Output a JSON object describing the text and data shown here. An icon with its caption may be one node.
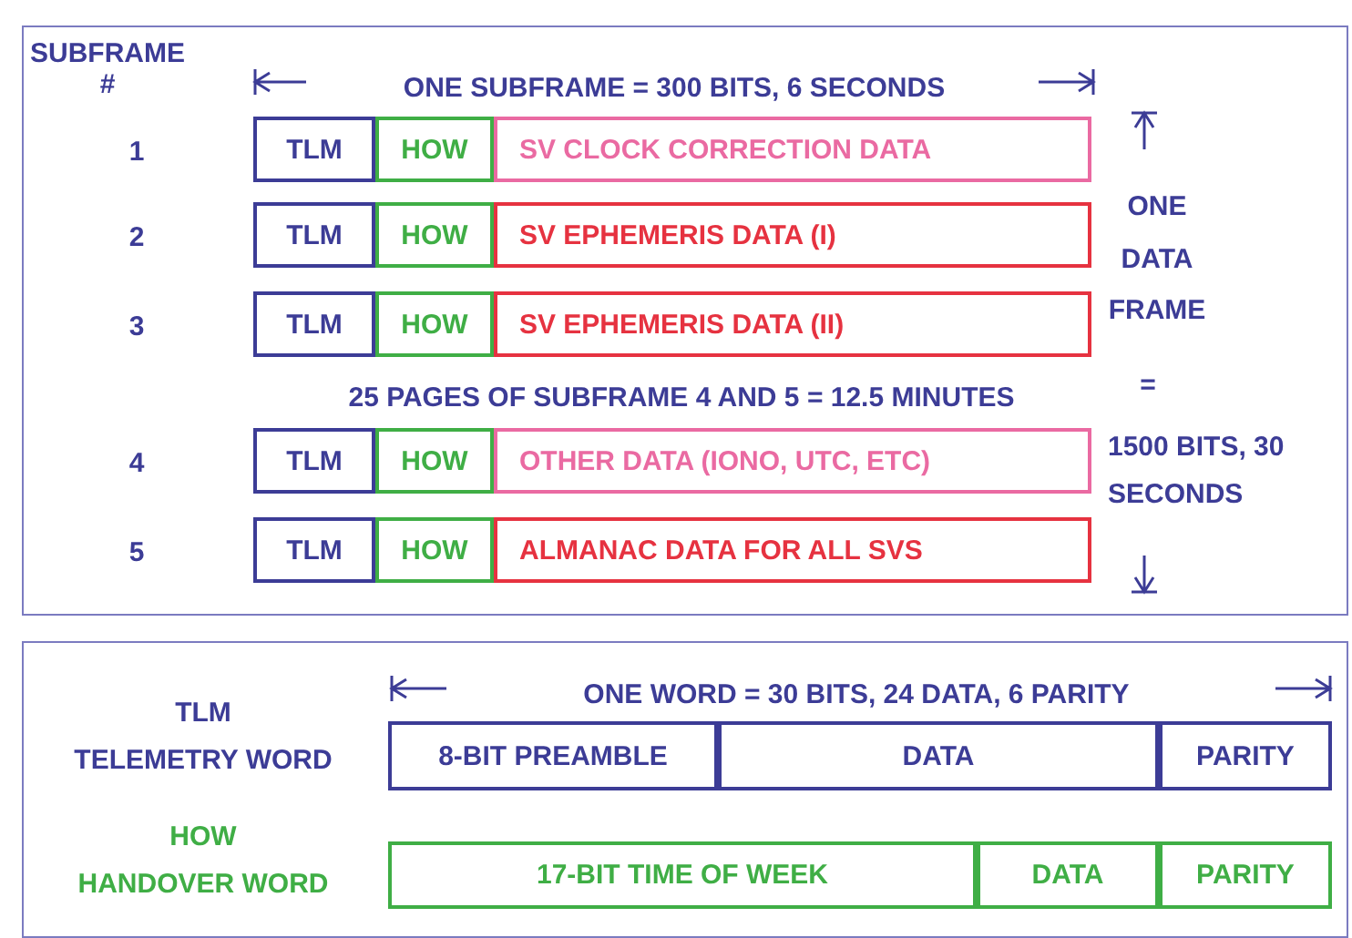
{
  "diagram": {
    "nodes": [
      {
        "text": [],
        "shape": "box"
      },
      {
        "text": [
          "TLM"
        ],
        "in": 0
      },
      {
        "text": [
          "HOW"
        ],
        "in": 0
      },
      {
        "text": [
          "SV CLOCK CORRECTION DATA"
        ],
        "in": 0
      },
      {
        "text": [
          "TLM"
        ],
        "in": 0
      },
      {
        "text": [
          "HOW"
        ],
        "in": 0
      },
      {
        "text": [
          "SV EPHEMERIS DATA (I)"
        ],
        "in": 0
      },
      {
        "text": [
          "TLM"
        ],
        "in": 0
      },
      {
        "text": [
          "HOW"
        ],
        "in": 0
      },
      {
        "text": [
          "SV EPHEMERIS DATA (II)"
        ],
        "in": 0
      },
      {
        "text": [
          "TLM"
        ],
        "in": 0
      },
      {
        "text": [
          "HOW"
        ],
        "in": 0
      },
      {
        "text": [
          "OTHER DATA (IONO, UTC, ETC)"
        ],
        "in": 0
      },
      {
        "text": [
          "TLM"
        ],
        "in": 0
      },
      {
        "text": [
          "HOW"
        ],
        "in": 0
      },
      {
        "text": [
          "ALMANAC DATA FOR ALL SVS"
        ],
        "in": 0
      },
      {
        "text": [],
        "shape": "box"
      },
      {
        "text": [
          "8-BIT PREAMBLE"
        ],
        "in": 16
      },
      {
        "text": [
          "DATA"
        ],
        "in": 16
      },
      {
        "text": [
          "PARITY"
        ],
        "in": 16
      },
      {
        "text": [
          "17-BIT TIME OF WEEK"
        ],
        "in": 16
      },
      {
        "text": [
          "DATA"
        ],
        "in": 16
      },
      {
        "text": [
          "PARITY"
        ],
        "in": 16
      }
    ],
    "edges": [],
    "labels": [
      "SUBFRAME #",
      "ONE SUBFRAME = 300 BITS, 6 SECONDS",
      "1",
      "2",
      "3",
      "ONE DATA FRAME",
      "25 PAGES OF SUBFRAME 4 AND 5 = 12.5 MINUTES",
      "=",
      "4",
      "1500 BITS, 30 SECONDS",
      "5",
      "ONE WORD = 30 BITS, 24 DATA, 6 PARITY",
      "TLM",
      "TELEMETRY WORD",
      "HOW",
      "HANDOVER WORD"
    ]
  }
}
